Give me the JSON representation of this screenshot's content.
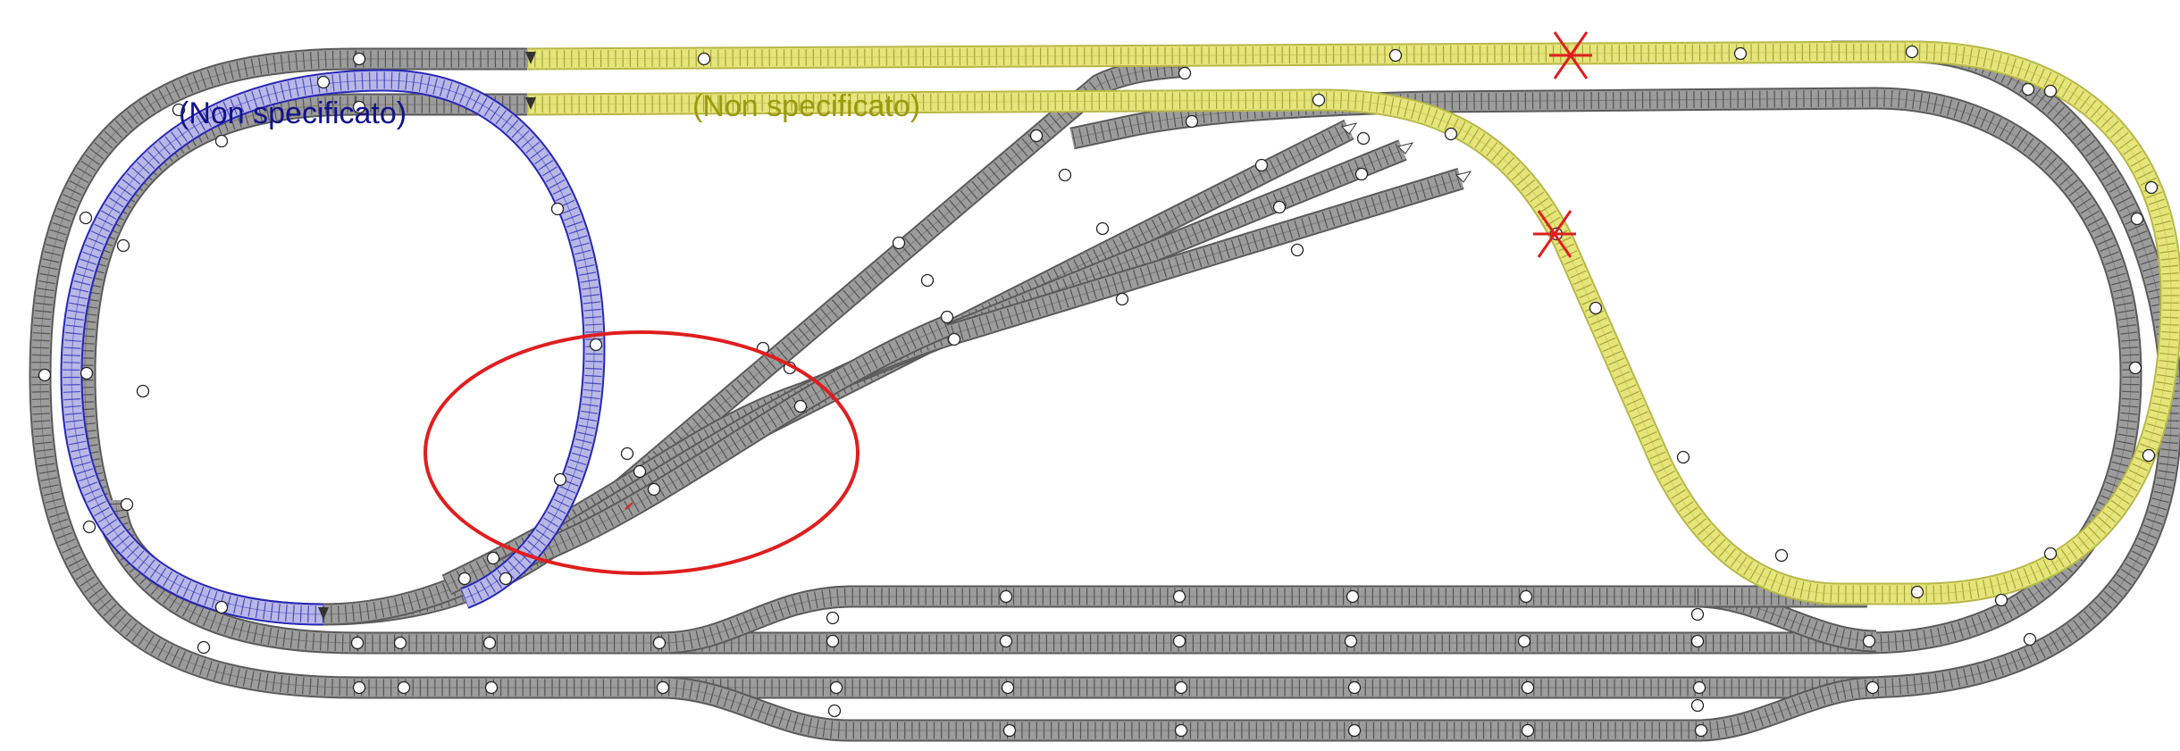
{
  "labels": {
    "blue_section": "(Non specificato)",
    "yellow_section": "(Non specificato)"
  },
  "colors": {
    "background": "#ffffff",
    "rail_gray": "#9c9c9c",
    "rail_edge": "#5a5a5a",
    "sleeper_gray": "#3c3c3c",
    "highlight_yellow": "#e5e57a",
    "highlight_blue": "#2626b8",
    "selection_red": "#e01e1e",
    "label_blue": "#12128c",
    "label_olive": "#9a9a10",
    "marker_fill": "#ffffff"
  },
  "icons": [
    "track-joint-marker",
    "track-end-arrow",
    "disconnect-x-marker",
    "selection-ellipse"
  ]
}
